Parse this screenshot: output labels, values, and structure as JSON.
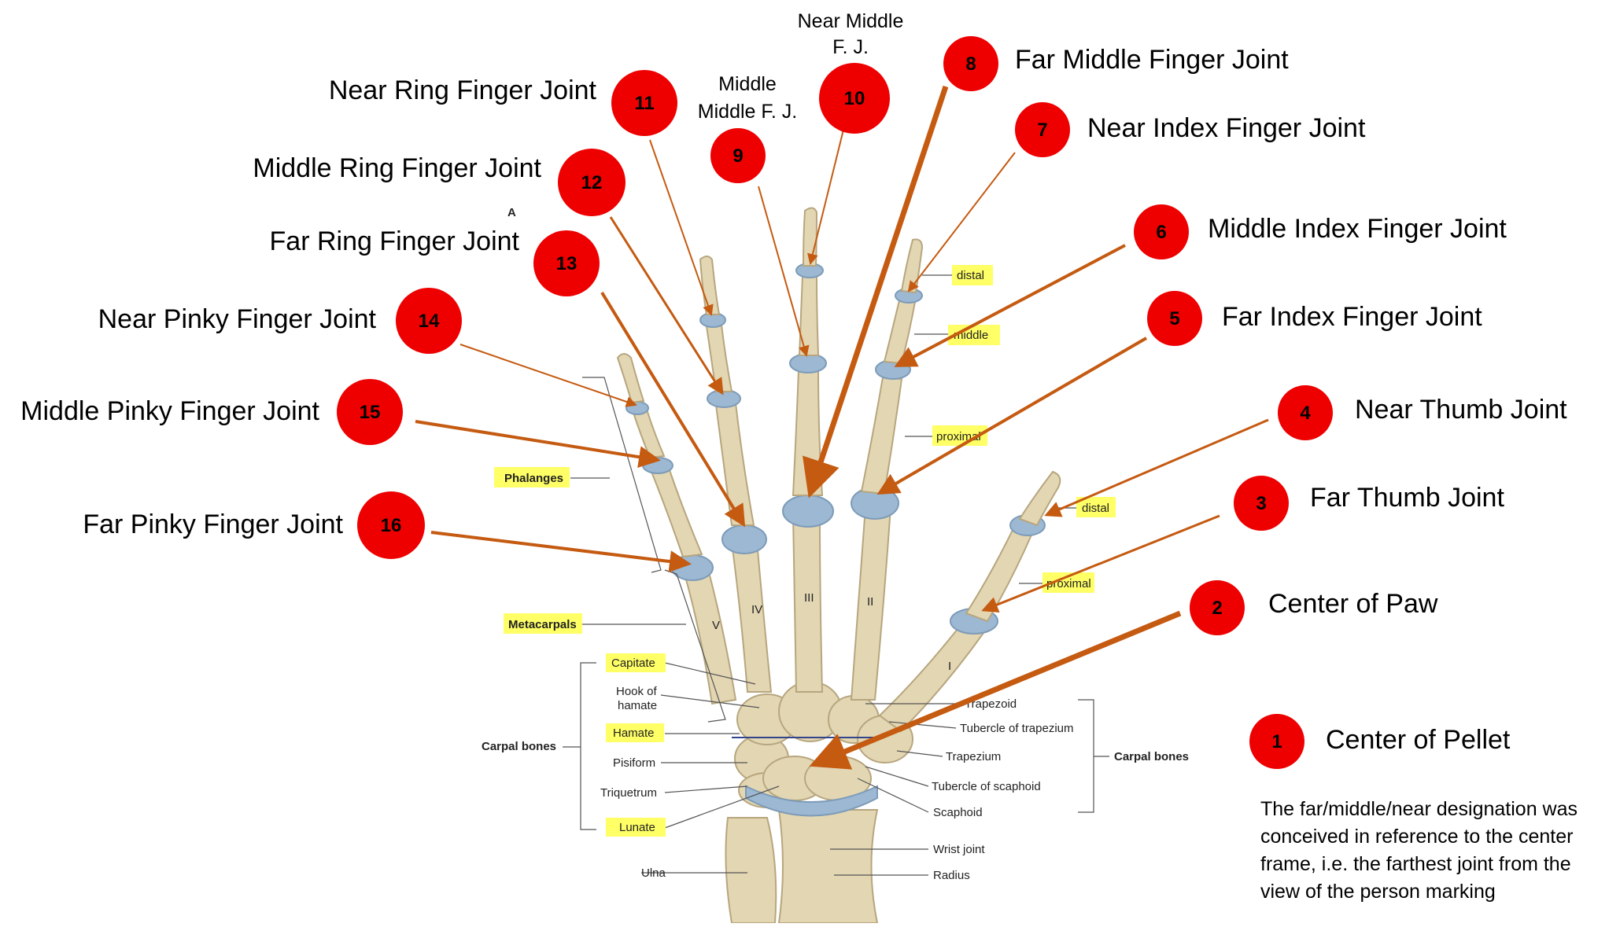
{
  "markers": [
    {
      "num": "1",
      "label": "Center of Pellet"
    },
    {
      "num": "2",
      "label": "Center of Paw"
    },
    {
      "num": "3",
      "label": "Far Thumb Joint"
    },
    {
      "num": "4",
      "label": "Near Thumb Joint"
    },
    {
      "num": "5",
      "label": "Far Index Finger Joint"
    },
    {
      "num": "6",
      "label": "Middle Index Finger Joint"
    },
    {
      "num": "7",
      "label": "Near Index Finger Joint"
    },
    {
      "num": "8",
      "label": "Far Middle Finger Joint"
    },
    {
      "num": "9",
      "label_lines": [
        "Middle",
        "Middle F. J."
      ]
    },
    {
      "num": "10",
      "label_lines": [
        "Near Middle",
        "F. J."
      ]
    },
    {
      "num": "11",
      "label": "Near Ring Finger Joint"
    },
    {
      "num": "12",
      "label": "Middle Ring Finger Joint"
    },
    {
      "num": "13",
      "label": "Far Ring Finger Joint"
    },
    {
      "num": "14",
      "label": "Near Pinky Finger Joint"
    },
    {
      "num": "15",
      "label": "Middle Pinky Finger Joint"
    },
    {
      "num": "16",
      "label": "Far Pinky Finger Joint"
    }
  ],
  "figure_letter": "A",
  "anatomy_labels": {
    "phalanges": "Phalanges",
    "metacarpals": "Metacarpals",
    "capitate": "Capitate",
    "hook_of_hamate": [
      "Hook of",
      "hamate"
    ],
    "hamate": "Hamate",
    "pisiform": "Pisiform",
    "triquetrum": "Triquetrum",
    "lunate": "Lunate",
    "ulna": "Ulna",
    "carpal_bones_left": "Carpal bones",
    "carpal_bones_right": "Carpal bones",
    "trapezoid": "Trapezoid",
    "tubercle_trapezium": "Tubercle of trapezium",
    "trapezium": "Trapezium",
    "tubercle_scaphoid": "Tubercle of scaphoid",
    "scaphoid": "Scaphoid",
    "wrist_joint": "Wrist joint",
    "radius": "Radius",
    "distal_index": "distal",
    "middle_index": "middle",
    "proximal_index": "proximal",
    "distal_thumb": "distal",
    "proximal_thumb": "proximal",
    "roman": [
      "I",
      "II",
      "III",
      "IV",
      "V"
    ]
  },
  "note_lines": [
    "The far/middle/near designation was",
    "conceived in reference to the center",
    "frame, i.e. the farthest joint from the",
    "view of the person marking"
  ],
  "colors": {
    "marker_fill": "#ee0000",
    "arrow": "#c55a11",
    "bone": "#e3d6b3",
    "bone_edge": "#b7a67e",
    "cartilage": "#9cb8d2",
    "highlight": "#ffff66"
  }
}
